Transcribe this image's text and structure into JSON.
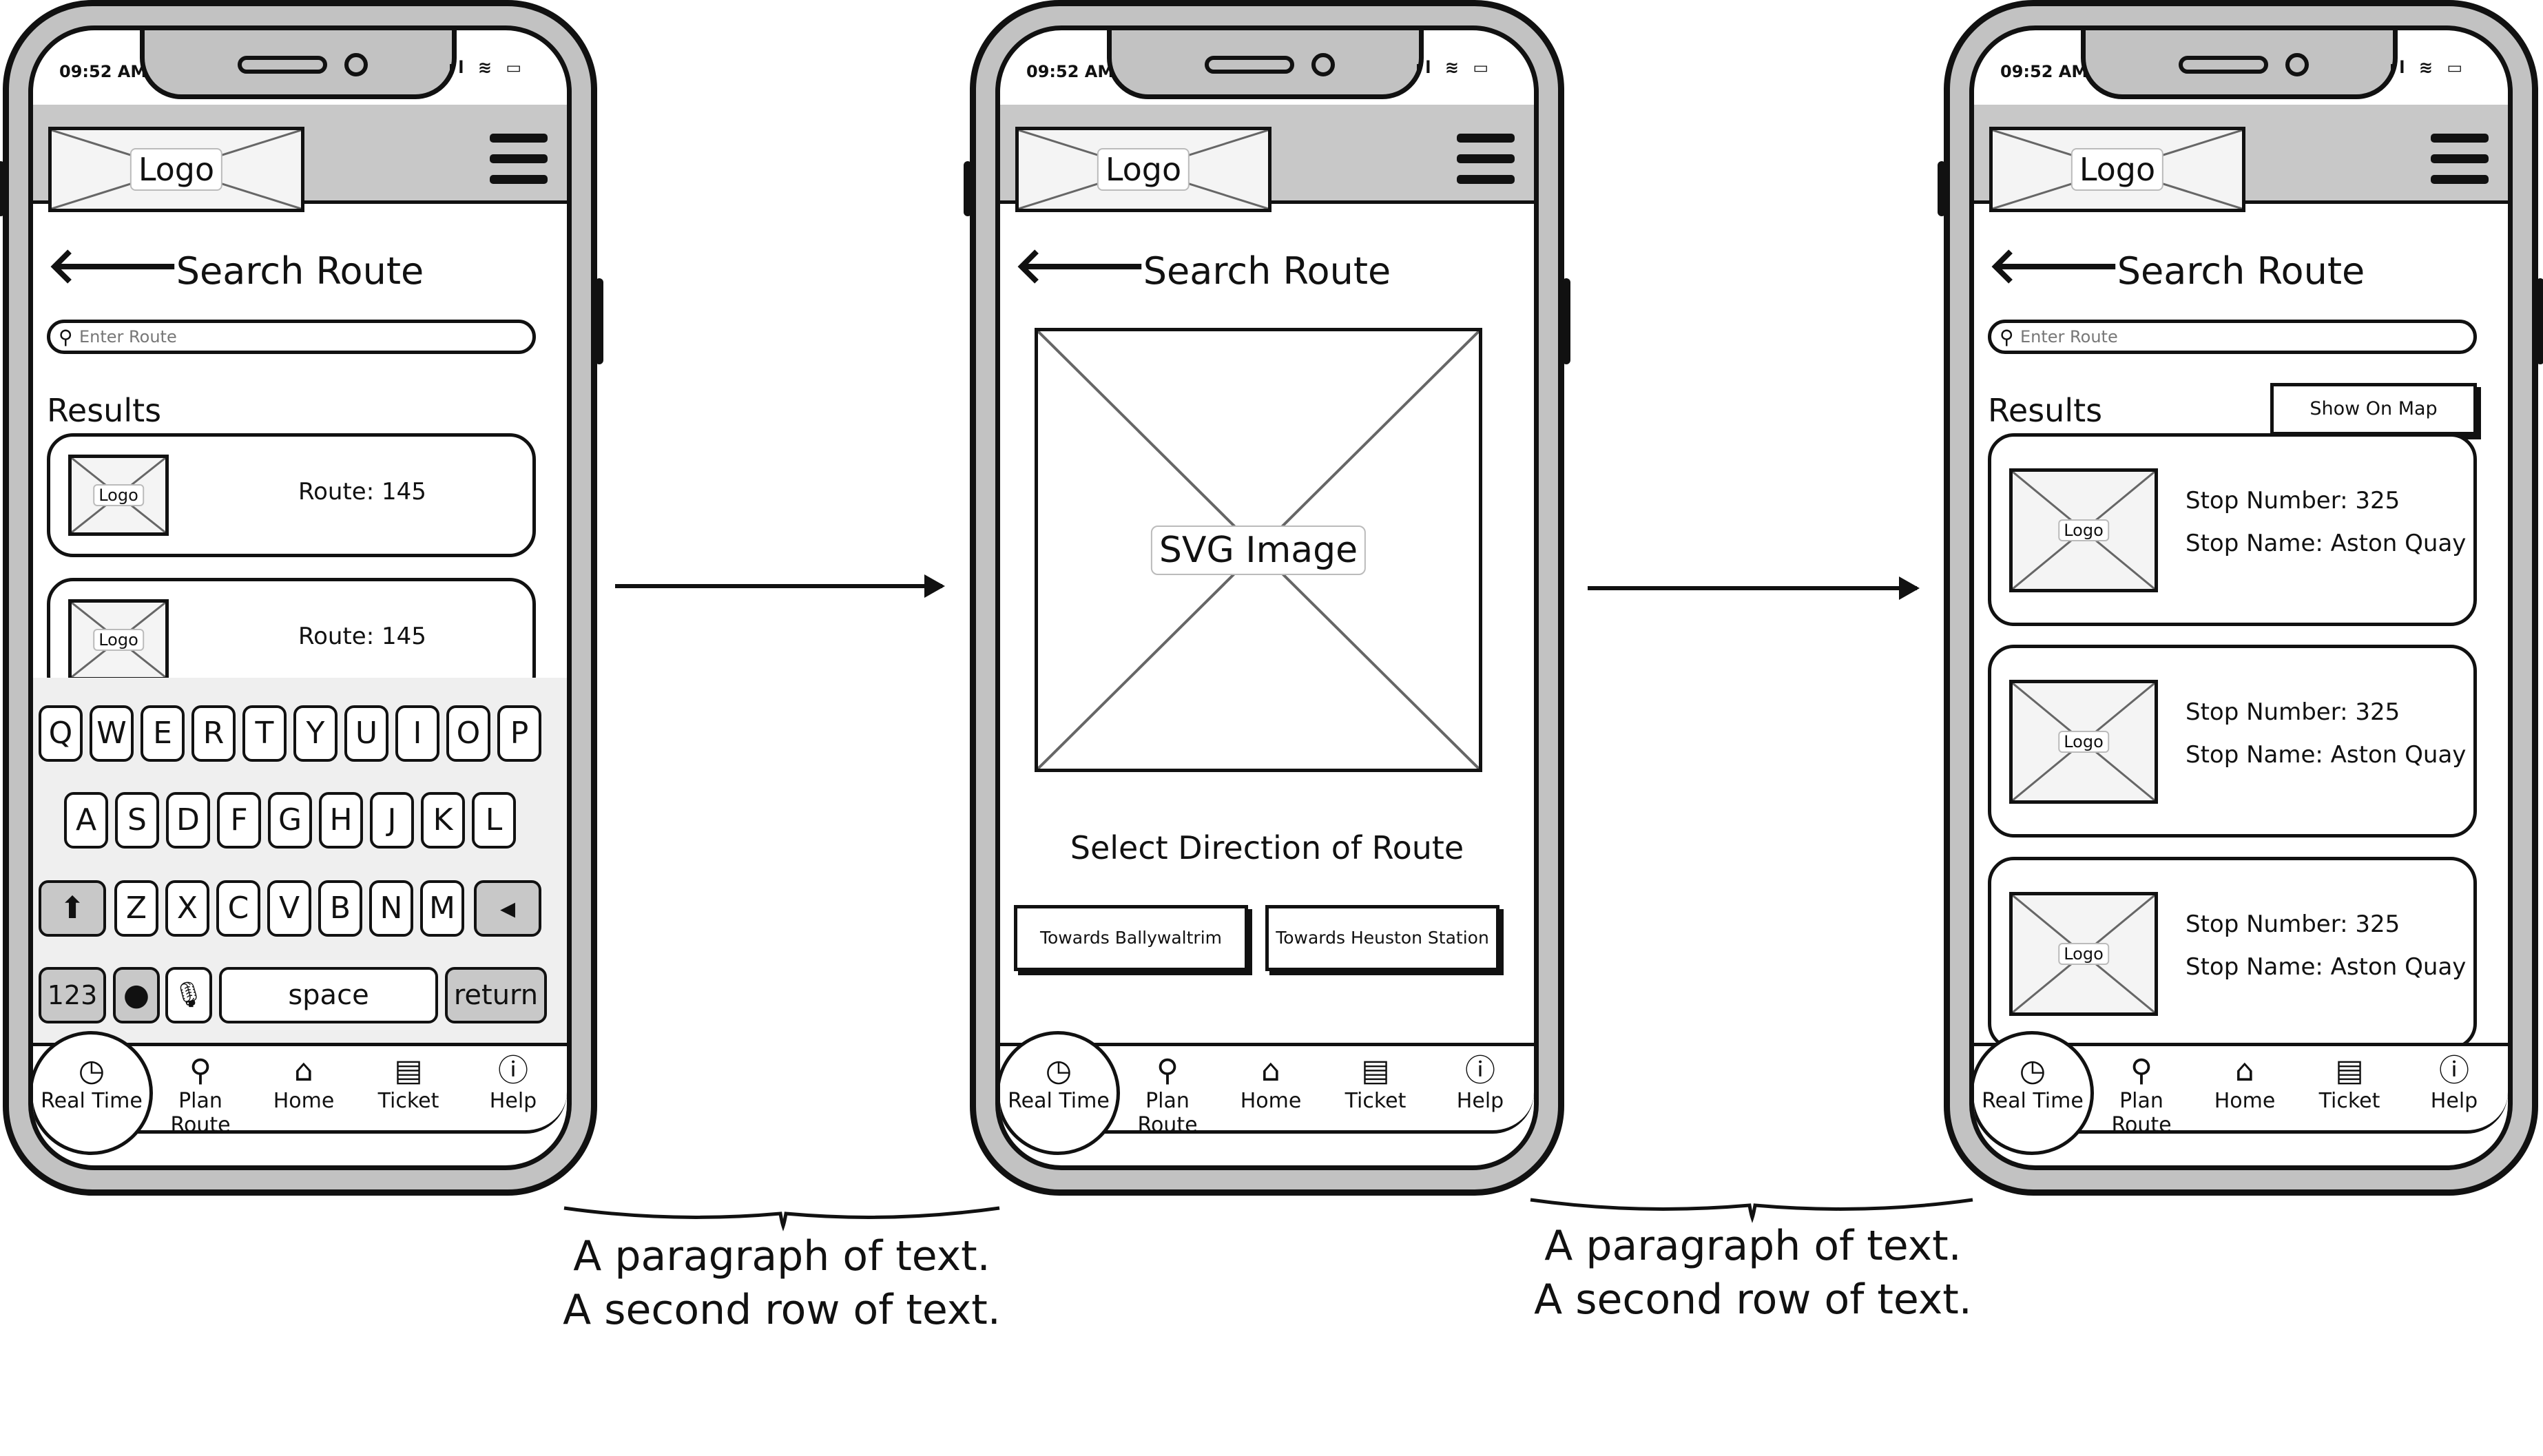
{
  "status_bar": {
    "time": "09:52 AM",
    "icons": "ıl ≋ ▭"
  },
  "header": {
    "logo_label": "Logo"
  },
  "screen_title": "Search Route",
  "search": {
    "placeholder": "Enter Route"
  },
  "results_label": "Results",
  "screen1": {
    "results": [
      {
        "logo_label": "Logo",
        "text": "Route: 145"
      },
      {
        "logo_label": "Logo",
        "text": "Route: 145"
      }
    ],
    "keyboard": {
      "row1": [
        "Q",
        "W",
        "E",
        "R",
        "T",
        "Y",
        "U",
        "I",
        "O",
        "P"
      ],
      "row2": [
        "A",
        "S",
        "D",
        "F",
        "G",
        "H",
        "J",
        "K",
        "L"
      ],
      "row3": [
        "Z",
        "X",
        "C",
        "V",
        "B",
        "N",
        "M"
      ],
      "shift_glyph": "⬆",
      "backspace_glyph": "◂",
      "numbers_label": "123",
      "globe_glyph": "●",
      "mic_glyph": "🎙",
      "space_label": "space",
      "return_label": "return"
    }
  },
  "screen2": {
    "image_label": "SVG Image",
    "direction_title": "Select Direction of Route",
    "buttons": [
      "Towards Ballywaltrim",
      "Towards Heuston Station"
    ]
  },
  "screen3": {
    "show_on_map": "Show On Map",
    "stops": [
      {
        "logo_label": "Logo",
        "number": "Stop Number: 325",
        "name": "Stop Name: Aston Quay"
      },
      {
        "logo_label": "Logo",
        "number": "Stop Number: 325",
        "name": "Stop Name: Aston Quay"
      },
      {
        "logo_label": "Logo",
        "number": "Stop Number: 325",
        "name": "Stop Name: Aston Quay"
      }
    ]
  },
  "bottom_nav": [
    {
      "icon": "clock-icon",
      "glyph": "◷",
      "label": "Real Time"
    },
    {
      "icon": "map-pin-icon",
      "glyph": "⚲",
      "label": "Plan Route"
    },
    {
      "icon": "home-icon",
      "glyph": "⌂",
      "label": "Home"
    },
    {
      "icon": "ticket-icon",
      "glyph": "▤",
      "label": "Ticket"
    },
    {
      "icon": "info-icon",
      "glyph": "ⓘ",
      "label": "Help"
    }
  ],
  "captions": {
    "line1": "A paragraph of text.",
    "line2": "A second row of text."
  }
}
